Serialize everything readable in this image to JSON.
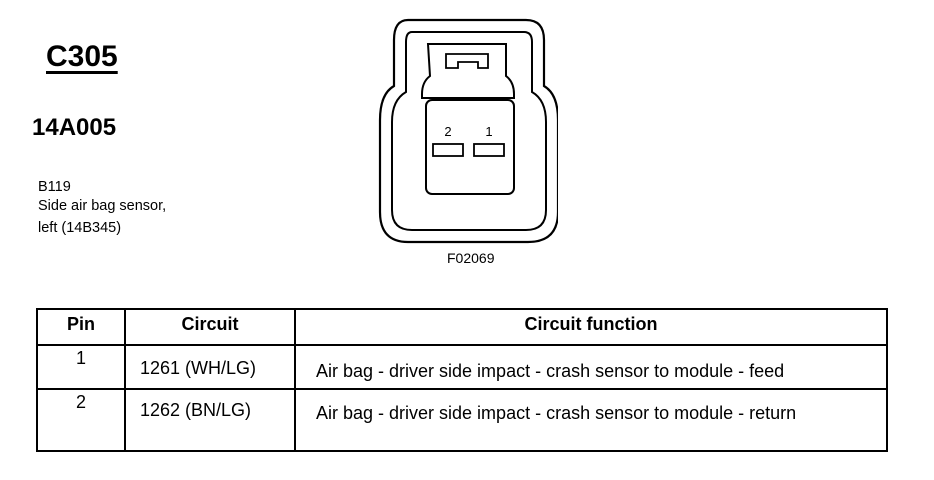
{
  "connector": {
    "id": "C305",
    "part_number": "14A005",
    "component_code": "B119",
    "description_line1": "Side air bag sensor,",
    "description_line2": "left (14B345)",
    "figure_code": "F02069",
    "pin_labels": [
      "2",
      "1"
    ]
  },
  "table": {
    "headers": [
      "Pin",
      "Circuit",
      "Circuit function"
    ],
    "rows": [
      {
        "pin": "1",
        "circuit": "1261 (WH/LG)",
        "function": "Air bag - driver side impact - crash sensor to module - feed"
      },
      {
        "pin": "2",
        "circuit": "1262 (BN/LG)",
        "function": "Air bag - driver side impact - crash sensor to module - return"
      }
    ]
  }
}
